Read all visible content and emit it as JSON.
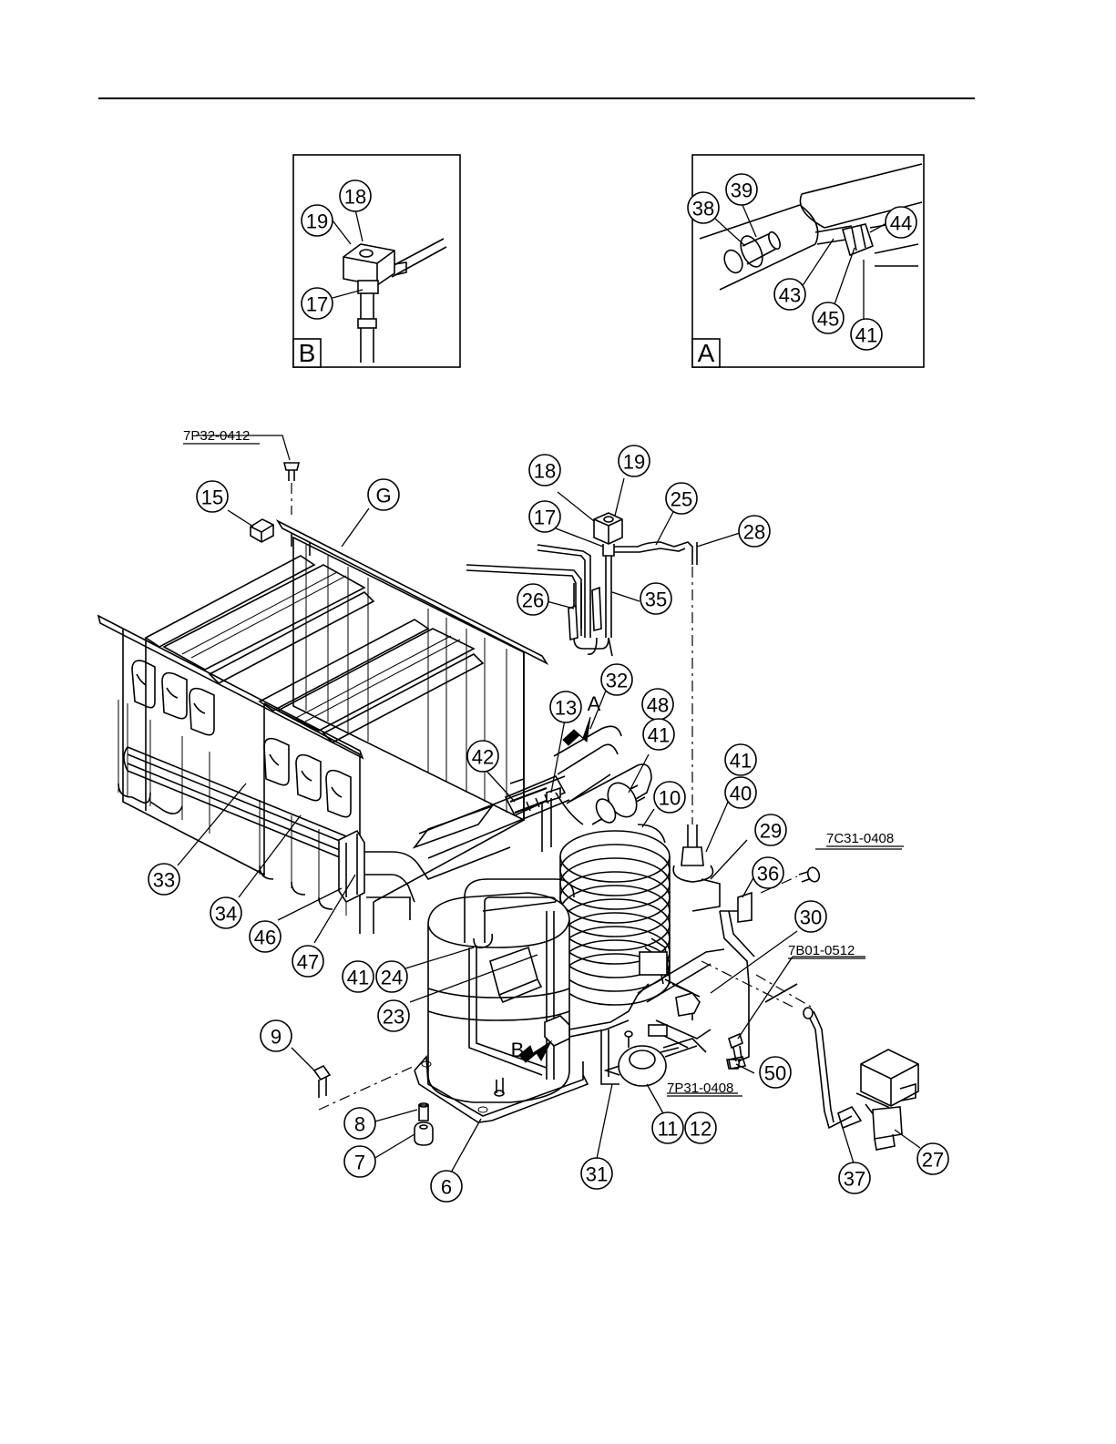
{
  "diagram": {
    "detail_b": {
      "letter": "B",
      "callouts": [
        "18",
        "19",
        "17"
      ]
    },
    "detail_a": {
      "letter": "A",
      "callouts": [
        "39",
        "38",
        "44",
        "43",
        "45",
        "41"
      ]
    },
    "part_codes": [
      "7P32-0412",
      "7C31-0408",
      "7B01-0512",
      "7P31-0408"
    ],
    "view_markers": [
      "A",
      "B",
      "G"
    ],
    "main_callouts": [
      "15",
      "18",
      "19",
      "25",
      "17",
      "28",
      "26",
      "35",
      "32",
      "13",
      "48",
      "41",
      "42",
      "41",
      "10",
      "40",
      "29",
      "36",
      "33",
      "34",
      "46",
      "47",
      "30",
      "41",
      "24",
      "23",
      "9",
      "50",
      "8",
      "7",
      "6",
      "31",
      "11",
      "12",
      "37",
      "27"
    ]
  }
}
